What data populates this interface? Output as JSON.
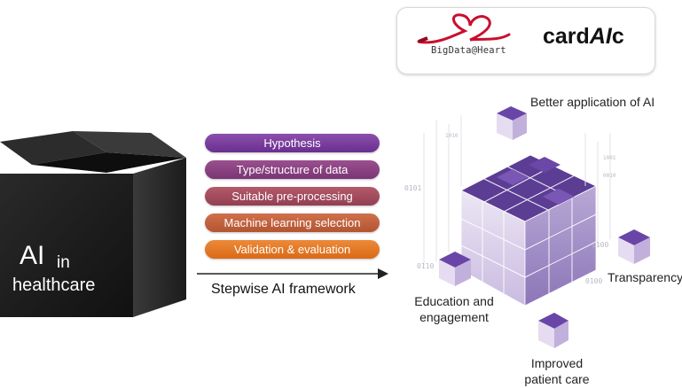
{
  "logo": {
    "bigdata_text": "BigData@Heart",
    "cardaic_plain": "card",
    "cardaic_italic": "AI",
    "cardaic_end": "c"
  },
  "ai_cube": {
    "ai": "AI",
    "in": "in",
    "healthcare": "healthcare"
  },
  "steps": [
    {
      "label": "Hypothesis"
    },
    {
      "label": "Type/structure of data"
    },
    {
      "label": "Suitable pre-processing"
    },
    {
      "label": "Machine learning selection"
    },
    {
      "label": "Validation & evaluation"
    }
  ],
  "framework_label": "Stepwise AI framework",
  "outcomes": {
    "better": "Better application of AI",
    "transparency": "Transparency",
    "education_line1": "Education and",
    "education_line2": "engagement",
    "patient_line1": "Improved",
    "patient_line2": "patient care"
  },
  "binary_snippets": [
    "0101",
    "0110",
    "1001",
    "0010",
    "1100",
    "0100",
    "1010"
  ],
  "colors": {
    "heart": "#c8102e",
    "cube_black": "#1a1a1a",
    "purple_dark": "#6a3d9a",
    "purple_light": "#d9cdeb",
    "step_hypothesis": "#7b3f9e",
    "step_validation": "#e47b27"
  }
}
